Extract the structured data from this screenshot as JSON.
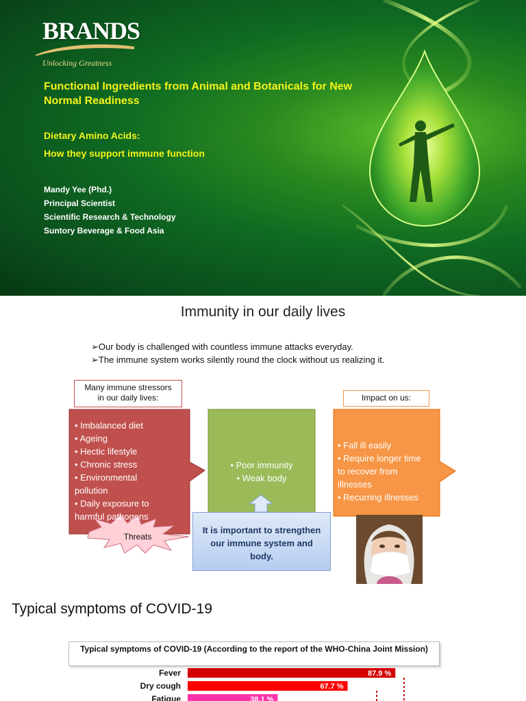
{
  "slide1": {
    "logo": "BRANDS",
    "tagline": "Unlocking Greatness",
    "title": "Functional Ingredients from Animal and Botanicals for New Normal Readiness",
    "subtitle1": "Dietary Amino Acids:",
    "subtitle2": "How they support immune function",
    "author": [
      "Mandy Yee (Phd.)",
      "Principal Scientist",
      "Scientific Research & Technology",
      "Suntory Beverage & Food Asia"
    ]
  },
  "slide2": {
    "title": "Immunity in our daily lives",
    "bullets": [
      "➢Our body is challenged with countless immune attacks everyday.",
      "➢The immune system works silently round the clock without us realizing it."
    ],
    "stressors_label": [
      "Many immune stressors",
      "in our daily lives:"
    ],
    "impact_label": "Impact on us:",
    "stressors": [
      "• Imbalanced diet",
      "• Ageing",
      "• Hectic lifestyle",
      "• Chronic stress",
      "• Environmental",
      "pollution",
      "• Daily exposure to",
      "harmful pathogens"
    ],
    "middle": [
      "• Poor immunity",
      "• Weak body"
    ],
    "impact": [
      "• Fall ill easily",
      "• Require longer time",
      "to recover from",
      "illnesses",
      "• Recurring illnesses"
    ],
    "threats": "Threats",
    "center": [
      "It is important to strengthen",
      "our immune system and",
      "body."
    ],
    "colors": {
      "red": "#c0504d",
      "green": "#9bbb59",
      "orange": "#f79646"
    }
  },
  "slide3": {
    "title": "Typical symptoms of COVID-19",
    "chart_data": {
      "type": "bar",
      "title": "Typical symptoms of COVID-19  (According to the report of the WHO-China Joint Mission)",
      "categories": [
        "Fever",
        "Dry cough",
        "Fatigue"
      ],
      "values": [
        87.9,
        67.7,
        38.1
      ],
      "value_labels": [
        "87.9 %",
        "67.7 %",
        "38.1 %"
      ],
      "xlim": [
        0,
        100
      ],
      "colors": [
        "#d40000",
        "#ff0000",
        "#ff33aa"
      ]
    }
  }
}
